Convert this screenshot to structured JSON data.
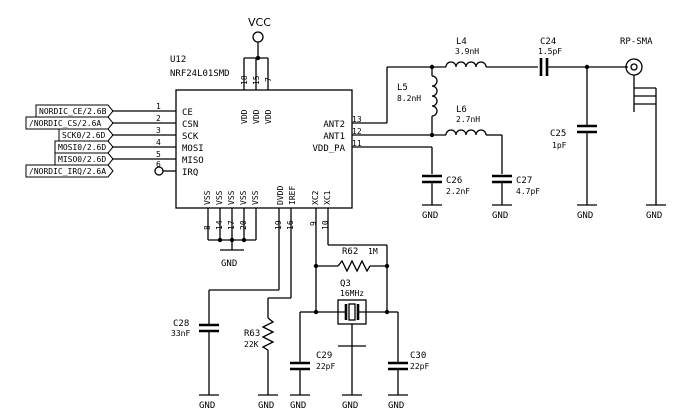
{
  "power": {
    "vcc": "VCC"
  },
  "chip": {
    "ref": "U12",
    "part": "NRF24L01SMD",
    "left_pins": [
      {
        "num": "1",
        "label": "CE"
      },
      {
        "num": "2",
        "label": "CSN"
      },
      {
        "num": "3",
        "label": "SCK"
      },
      {
        "num": "4",
        "label": "MOSI"
      },
      {
        "num": "5",
        "label": "MISO"
      },
      {
        "num": "6",
        "label": "IRQ"
      }
    ],
    "right_pins": [
      {
        "num": "13",
        "label": "ANT2"
      },
      {
        "num": "12",
        "label": "ANT1"
      },
      {
        "num": "11",
        "label": "VDD_PA"
      }
    ],
    "top_pins": [
      {
        "num": "18",
        "label": "VDD"
      },
      {
        "num": "15",
        "label": "VDD"
      },
      {
        "num": "7",
        "label": "VDD"
      }
    ],
    "bottom_gnd_pins": [
      {
        "num": "8",
        "label": "VSS"
      },
      {
        "num": "14",
        "label": "VSS"
      },
      {
        "num": "17",
        "label": "VSS"
      },
      {
        "num": "20",
        "label": "VSS"
      }
    ],
    "bottom_extra_vss": "VSS",
    "bottom_other_pins": [
      {
        "num": "19",
        "label": "DVDD"
      },
      {
        "num": "16",
        "label": "IREF"
      },
      {
        "num": "9",
        "label": "XC2"
      },
      {
        "num": "10",
        "label": "XC1"
      }
    ]
  },
  "net_labels": [
    "NORDIC_CE/2.6B",
    "/NORDIC_CS/2.6A",
    "SCK0/2.6D",
    "MOSI0/2.6D",
    "MISO0/2.6D",
    "/NORDIC_IRQ/2.6A"
  ],
  "components": {
    "L4": {
      "ref": "L4",
      "value": "3.9nH"
    },
    "L5": {
      "ref": "L5",
      "value": "8.2nH"
    },
    "L6": {
      "ref": "L6",
      "value": "2.7nH"
    },
    "C24": {
      "ref": "C24",
      "value": "1.5pF"
    },
    "C25": {
      "ref": "C25",
      "value": "1pF"
    },
    "C26": {
      "ref": "C26",
      "value": "2.2nF"
    },
    "C27": {
      "ref": "C27",
      "value": "4.7pF"
    },
    "C28": {
      "ref": "C28",
      "value": "33nF"
    },
    "C29": {
      "ref": "C29",
      "value": "22pF"
    },
    "C30": {
      "ref": "C30",
      "value": "22pF"
    },
    "R62": {
      "ref": "R62",
      "value": "1M"
    },
    "R63": {
      "ref": "R63",
      "value": "22K"
    },
    "Q3": {
      "ref": "Q3",
      "value": "16MHz"
    },
    "antenna": {
      "ref": "RP-SMA"
    }
  },
  "gnd_label": "GND"
}
